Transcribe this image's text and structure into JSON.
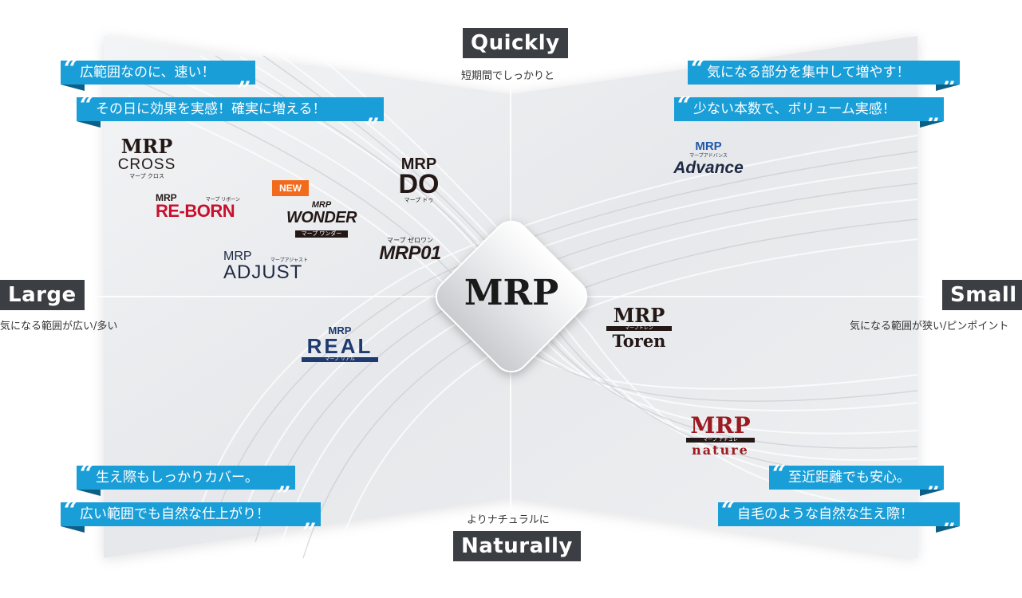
{
  "axes": {
    "top": {
      "label": "Quickly",
      "sub": "短期間でしっかりと"
    },
    "bottom": {
      "label": "Naturally",
      "sub": "よりナチュラルに"
    },
    "left": {
      "label": "Large",
      "sub": "気になる範囲が広い/多い"
    },
    "right": {
      "label": "Small",
      "sub": "気になる範囲が狭い/ピンポイント"
    }
  },
  "center": {
    "label": "MRP"
  },
  "bubbles": {
    "tl1": "広範囲なのに、速い！",
    "tl2": "その日に効果を実感！確実に増える！",
    "tr1": "気になる部分を集中して増やす！",
    "tr2": "少ない本数で、ボリューム実感！",
    "bl1": "生え際もしっかりカバー。",
    "bl2": "広い範囲でも自然な仕上がり！",
    "br1": "至近距離でも安心。",
    "br2": "自毛のような自然な生え際！"
  },
  "products": {
    "cross": {
      "brand": "MRP",
      "name": "CROSS",
      "kana": "マープ クロス"
    },
    "reborn": {
      "brand": "MRP",
      "name": "RE-BORN",
      "kana": "マープ リボーン"
    },
    "wonder": {
      "badge": "NEW",
      "brand": "MRP",
      "name": "WONDER",
      "kana": "マープ ワンダー"
    },
    "do": {
      "brand": "MRP",
      "name": "DO",
      "kana": "マープ ドゥ"
    },
    "zero": {
      "kana": "マープ ゼロワン",
      "name": "MRP01"
    },
    "adjust": {
      "brand": "MRP",
      "name": "ADJUST",
      "kana": "マープアジャスト"
    },
    "real": {
      "brand": "MRP",
      "name": "REAL",
      "kana": "マープ リアル"
    },
    "advance": {
      "brand": "MRP",
      "name": "Advance",
      "kana": "マープアドバンス"
    },
    "toren": {
      "brand": "MRP",
      "name": "Toren",
      "kana": "マープトレン"
    },
    "nature": {
      "brand": "MRP",
      "name": "nature",
      "kana": "マープ ナチュレ"
    }
  },
  "colors": {
    "accent": "#1a9ed8",
    "label_bg": "#3b3e42",
    "real_blue": "#1f3a70",
    "reborn_red": "#c8102e",
    "nature_red": "#9b1b20",
    "new_orange": "#f26a1b"
  }
}
